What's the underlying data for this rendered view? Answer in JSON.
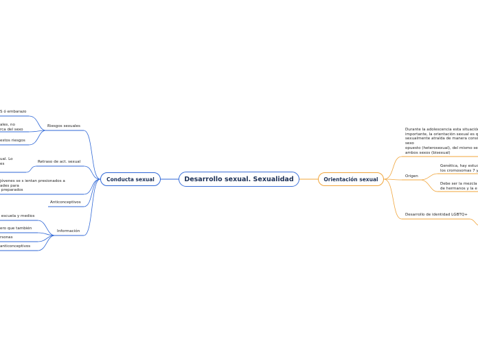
{
  "map": {
    "central": "Desarrollo sexual. Sexualidad",
    "left": {
      "title": "Conducta sexual",
      "riesgos": {
        "label": "Riesgos sexuales",
        "items": [
          "S ó embarazo",
          "ales, no\nrca del sexo",
          "estos riesgos"
        ]
      },
      "retraso": {
        "label": "Retraso de act. sexual",
        "items": [
          "ual. Lo\nes"
        ]
      },
      "presion": {
        "label": "jóvenes se s ientan presionados a\nades para\n preparados"
      },
      "anticonceptivos": {
        "label": "Anticonceptivos"
      },
      "informacion": {
        "label": "Información",
        "items": [
          " escuela y medios",
          "ero que también",
          "rsonas",
          "anticonceptivos"
        ]
      }
    },
    "right": {
      "title": "Orientación sexual",
      "descripcion": "Durante la adolescencia esta situación\nimportante, la orientación sexual es qu\nsexualmente atraída de manera consi\nsexo\nopuesto (heterosexual), del mismo sex\nambos sexos (bisexual)",
      "origen": {
        "label": "Origen",
        "items": [
          "Genética, hay estud\nlos cromosomas 7 y",
          "Debe ser la mezcla\nde hermanos y la e"
        ]
      },
      "identidad": "Desarrollo de identidad LGBTQ+"
    }
  },
  "colors": {
    "left_branch": "#2d66d6",
    "right_branch": "#f0a43a",
    "central_border": "#3a6fd8",
    "node_text": "#1b2f55"
  }
}
